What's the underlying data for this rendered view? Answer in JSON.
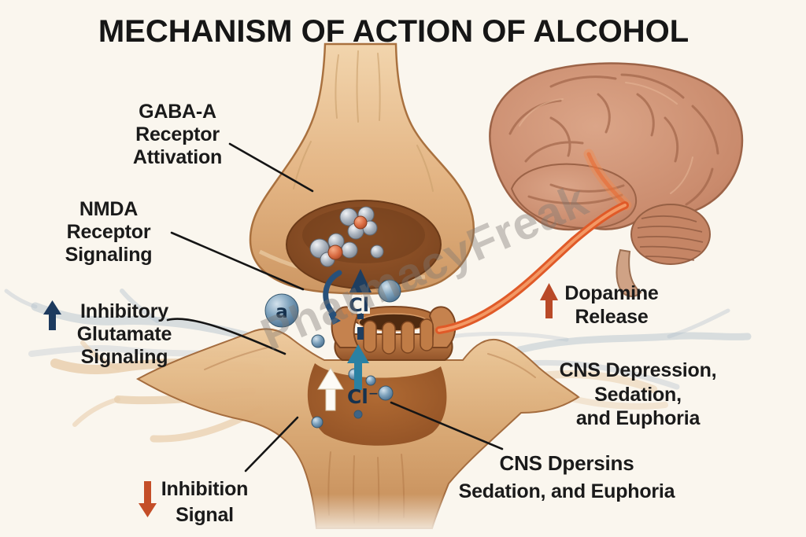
{
  "title": "MECHANISM OF ACTION OF ALCOHOL",
  "watermark": "PharmacyFreak",
  "labels": {
    "gaba_receptor": {
      "line1": "GABA-A",
      "line2": "Receptor",
      "line3": "Attivation"
    },
    "nmda_receptor": {
      "line1": "NMDA",
      "line2": "Receptor",
      "line3": "Signaling"
    },
    "inhibitory_glutamate": {
      "line1": "Inhibitory",
      "line2": "Glutamate",
      "line3": "Signaling"
    },
    "inhibition_signal": {
      "line1": "Inhibition",
      "line2": "Signal"
    },
    "dopamine_release": {
      "line1": "Dopamine",
      "line2": "Release"
    },
    "cns_depression": {
      "line1": "CNS Depression,",
      "line2": "Sedation,",
      "line3": "and Euphoria"
    },
    "cns_dpersins": {
      "line1": "CNS Dpersins",
      "line2": "Sedation, and Euphoria"
    }
  },
  "synapse": {
    "chloride_top": "Cl",
    "chloride_bottom": "Cl⁻",
    "ion_label": "a"
  },
  "colors": {
    "background": "#faf6ee",
    "title_text": "#161616",
    "label_text": "#1a1a1a",
    "navy_arrow": "#1d3a5e",
    "orange_arrow": "#c04d28",
    "teal_arrow": "#2a81a3",
    "neuron_tan": "#dfaf7f",
    "receptor_brown": "#a86334",
    "pathway_orange": "#e05a28",
    "brain_tone": "#c98a6c",
    "sphere_blue": "#6e94af",
    "watermark_gray": "#8a8a8a"
  }
}
